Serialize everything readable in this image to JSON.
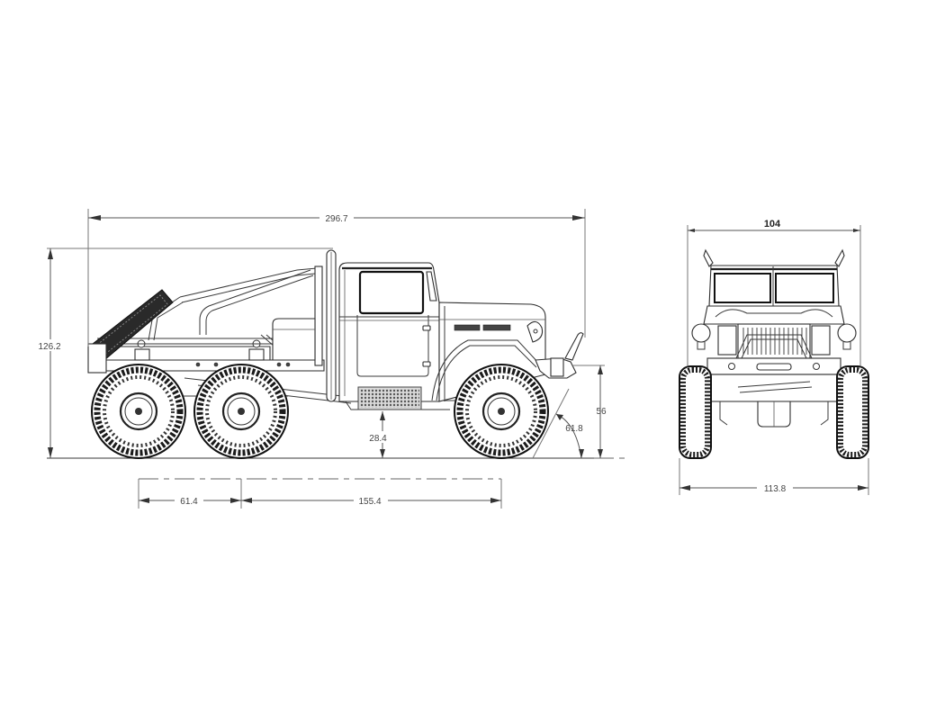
{
  "figure": {
    "subject": "6x6 RC truck dimension drawing",
    "units": "mm",
    "views": [
      "side-view",
      "front-view"
    ]
  },
  "side_view": {
    "overall_length": "296.7",
    "overall_height": "126.2",
    "ground_clearance": "28.4",
    "front_bumper_height": "56",
    "approach_angle": "61.8",
    "rear_axle_spacing": "61.4",
    "wheelbase": "155.4"
  },
  "front_view": {
    "body_width": "104",
    "track_width": "113.8"
  },
  "colors": {
    "line": "#3a3a3a",
    "dimension_line": "#555555",
    "label": "#444444",
    "background": "#ffffff"
  }
}
